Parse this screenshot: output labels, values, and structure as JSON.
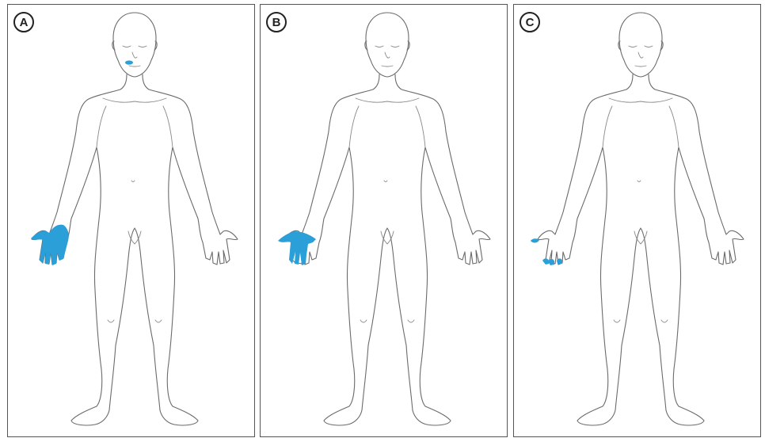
{
  "colors": {
    "highlight": "#2a9fd8",
    "outline": "#6b6b6b",
    "border": "#555555"
  },
  "panels": [
    {
      "label": "A",
      "regions": [
        "lip-patch",
        "whole-right-hand"
      ]
    },
    {
      "label": "B",
      "regions": [
        "right-hand-thumb-index-middle-ring"
      ]
    },
    {
      "label": "C",
      "regions": [
        "right-thumb-tip",
        "right-fingertips"
      ]
    }
  ]
}
